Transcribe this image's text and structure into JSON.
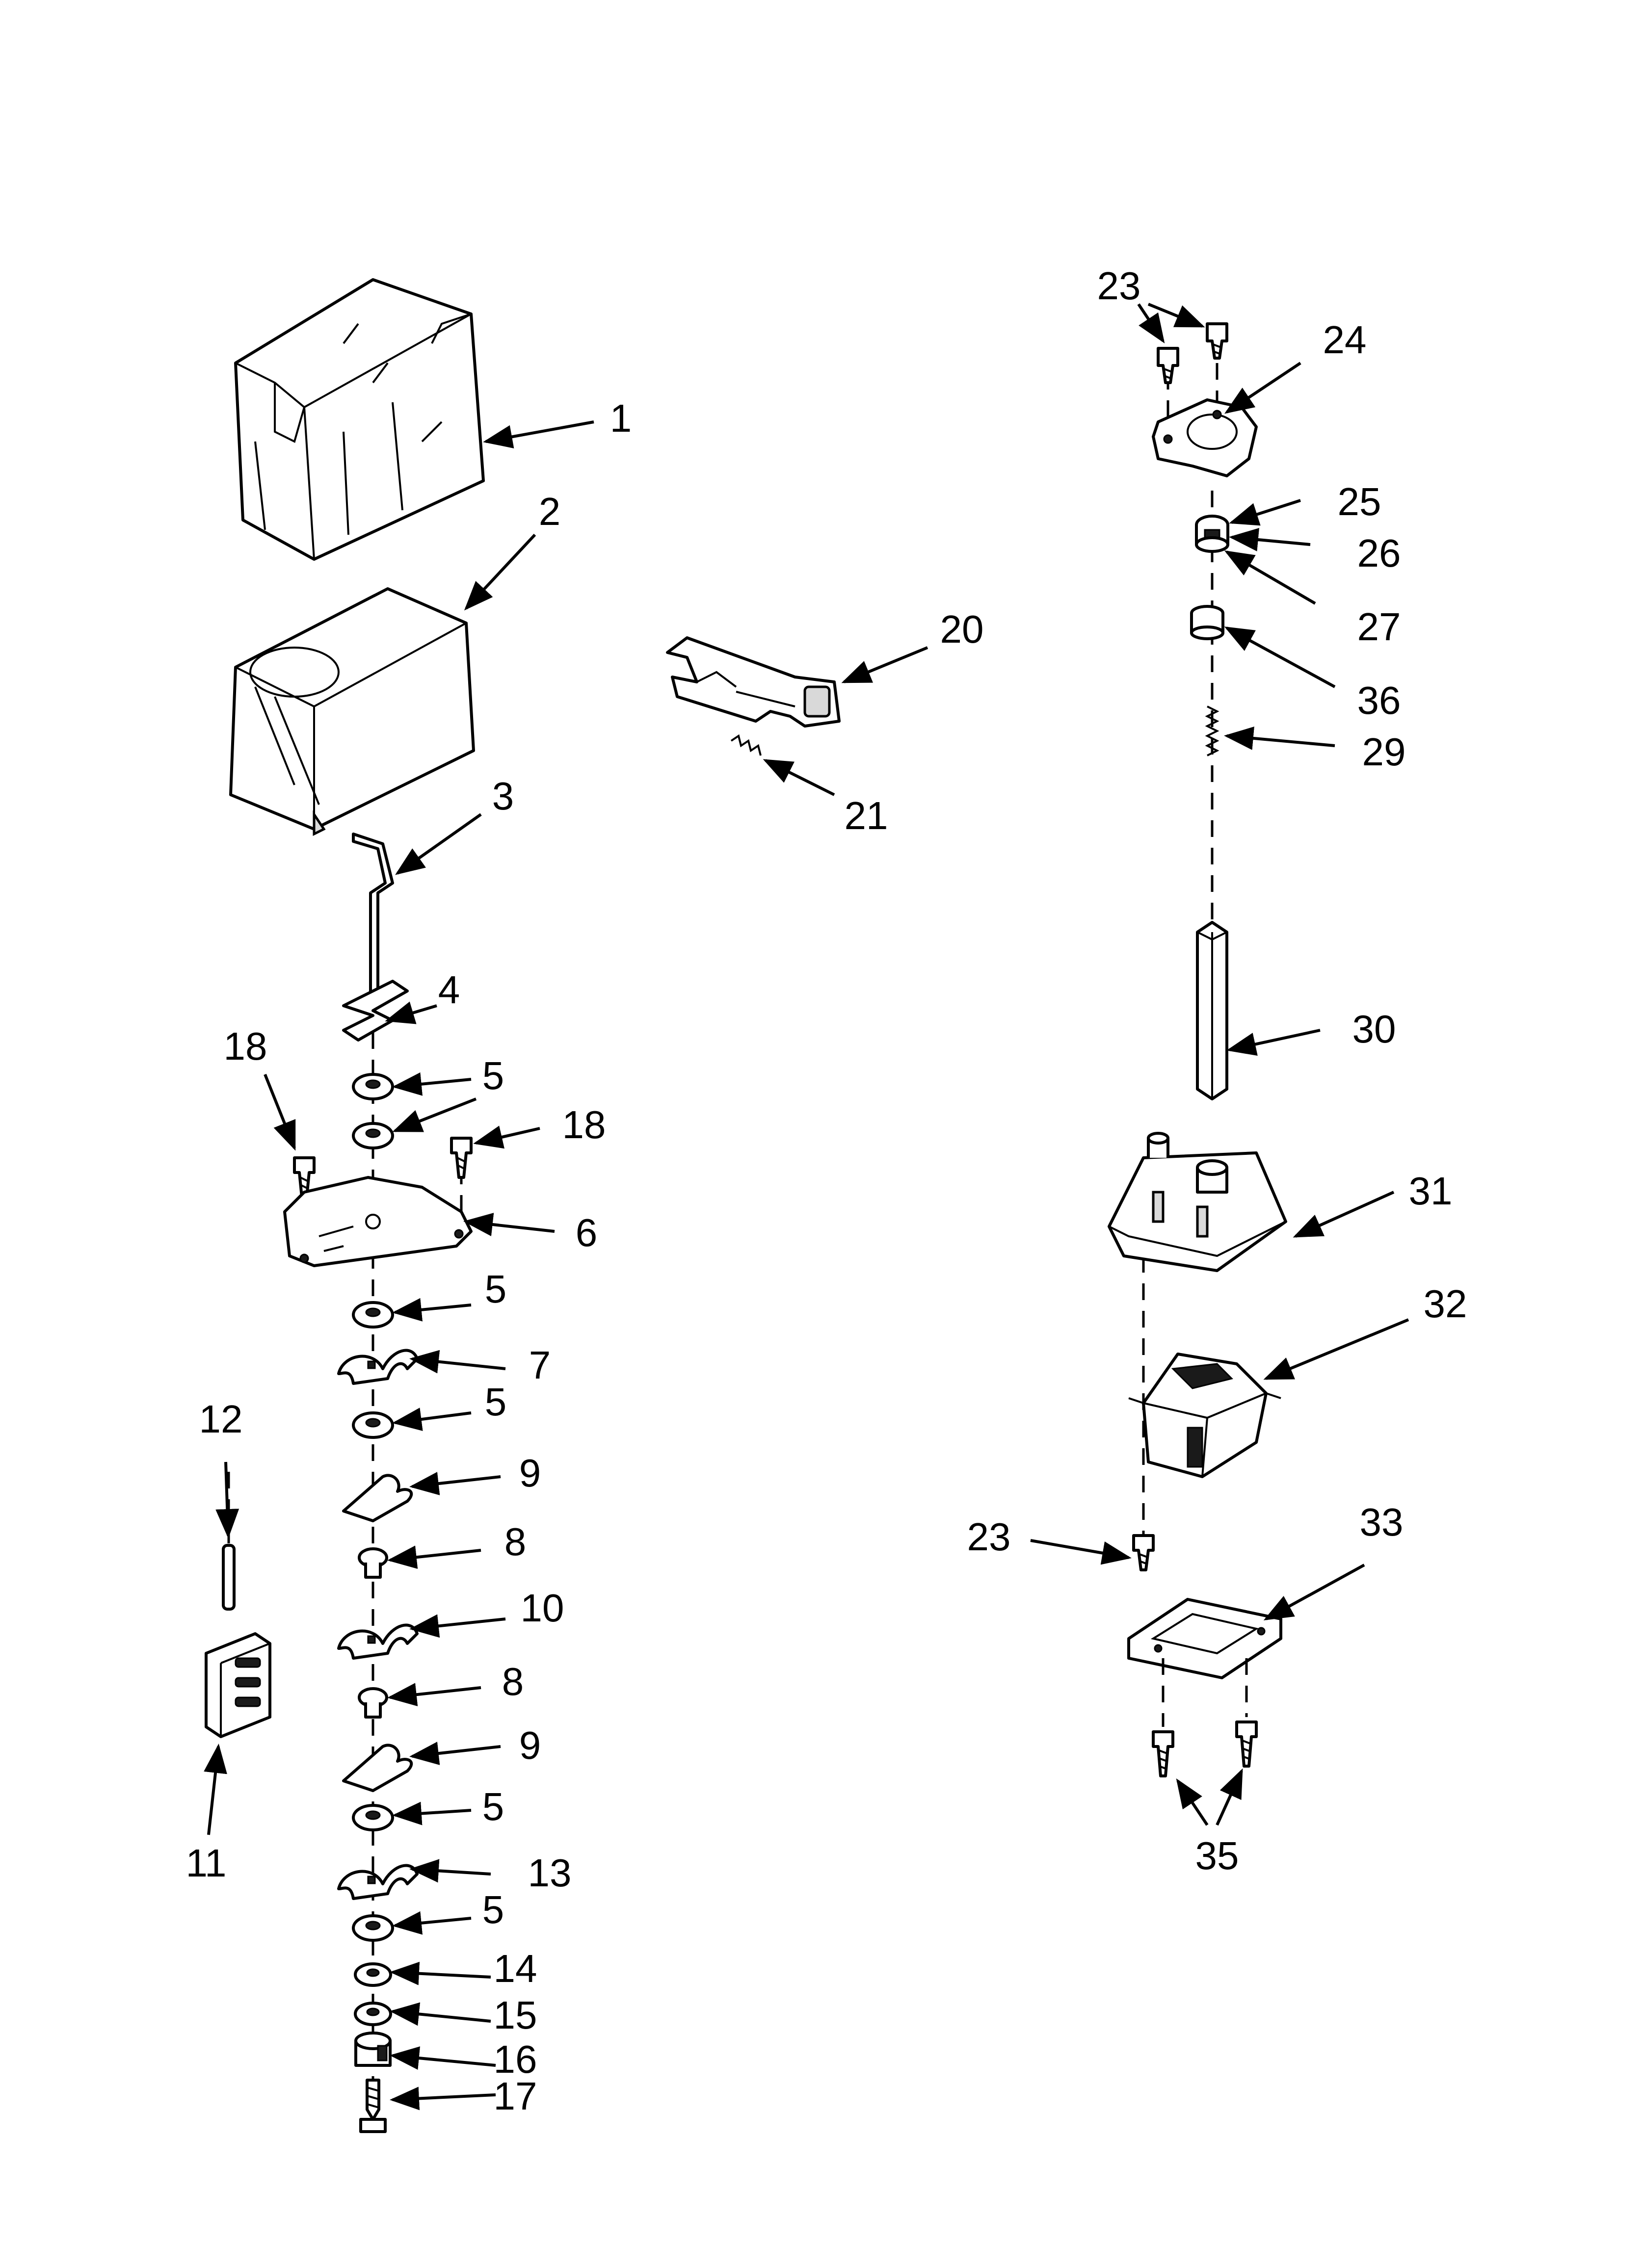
{
  "callouts": {
    "p1": "1",
    "p2": "2",
    "p3": "3",
    "p4": "4",
    "p5a": "5",
    "p5b": "5",
    "p5c": "5",
    "p5d": "5",
    "p5e": "5",
    "p5f": "5",
    "p6": "6",
    "p7": "7",
    "p8a": "8",
    "p8b": "8",
    "p9a": "9",
    "p9b": "9",
    "p10": "10",
    "p11": "11",
    "p12": "12",
    "p13": "13",
    "p14": "14",
    "p15": "15",
    "p16": "16",
    "p17": "17",
    "p18a": "18",
    "p18b": "18",
    "p20": "20",
    "p21": "21",
    "p23a": "23",
    "p23b": "23",
    "p24": "24",
    "p25": "25",
    "p26": "26",
    "p27": "27",
    "p29": "29",
    "p30": "30",
    "p31": "31",
    "p32": "32",
    "p33": "33",
    "p35": "35",
    "p36": "36"
  },
  "colors": {
    "line": "#000000",
    "background": "#ffffff",
    "shade": "#d9d9d9"
  }
}
